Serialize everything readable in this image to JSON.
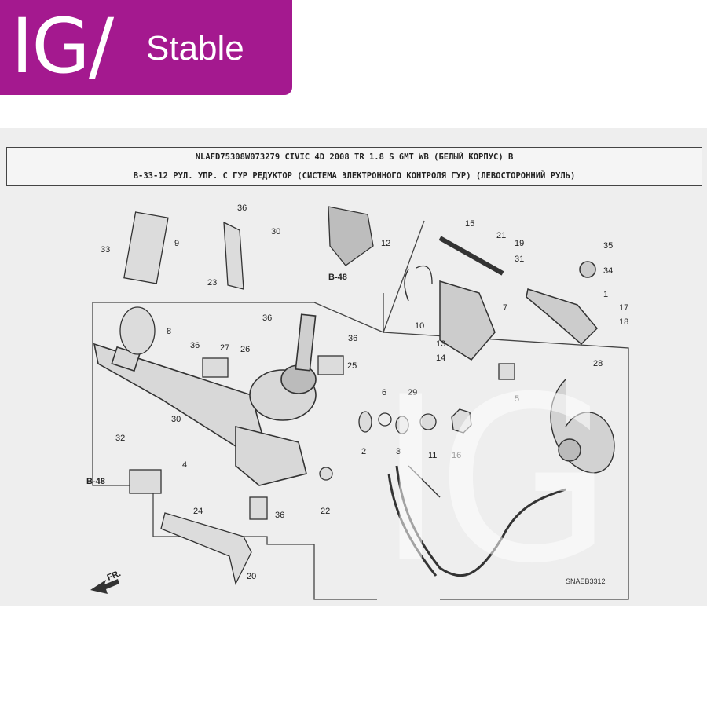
{
  "brand": {
    "logo_text": "IG/",
    "tagline": "Stable"
  },
  "header": {
    "line1": "NLAFD75308W073279 CIVIC 4D 2008 TR 1.8 S 6MT WB (БЕЛЫЙ КОРПУС) B",
    "line2": "B-33-12 РУЛ. УПР. С ГУР РЕДУКТОР (СИСТЕМА ЭЛЕКТРОННОГО КОНТРОЛЯ ГУР) (ЛЕВОСТОРОННИЙ РУЛЬ)"
  },
  "diagram": {
    "callouts": [
      "36",
      "30",
      "12",
      "15",
      "21",
      "19",
      "31",
      "35",
      "34",
      "9",
      "33",
      "23",
      "1",
      "17",
      "18",
      "7",
      "8",
      "10",
      "13",
      "14",
      "36",
      "27",
      "26",
      "36",
      "25",
      "36",
      "28",
      "5",
      "6",
      "29",
      "30",
      "32",
      "4",
      "2",
      "3",
      "11",
      "16",
      "22",
      "36",
      "24",
      "20"
    ],
    "references": [
      "B-48",
      "B-48"
    ],
    "direction_label": "FR.",
    "drawing_code": "SNAEB3312"
  },
  "watermark": {
    "text": "IG"
  }
}
